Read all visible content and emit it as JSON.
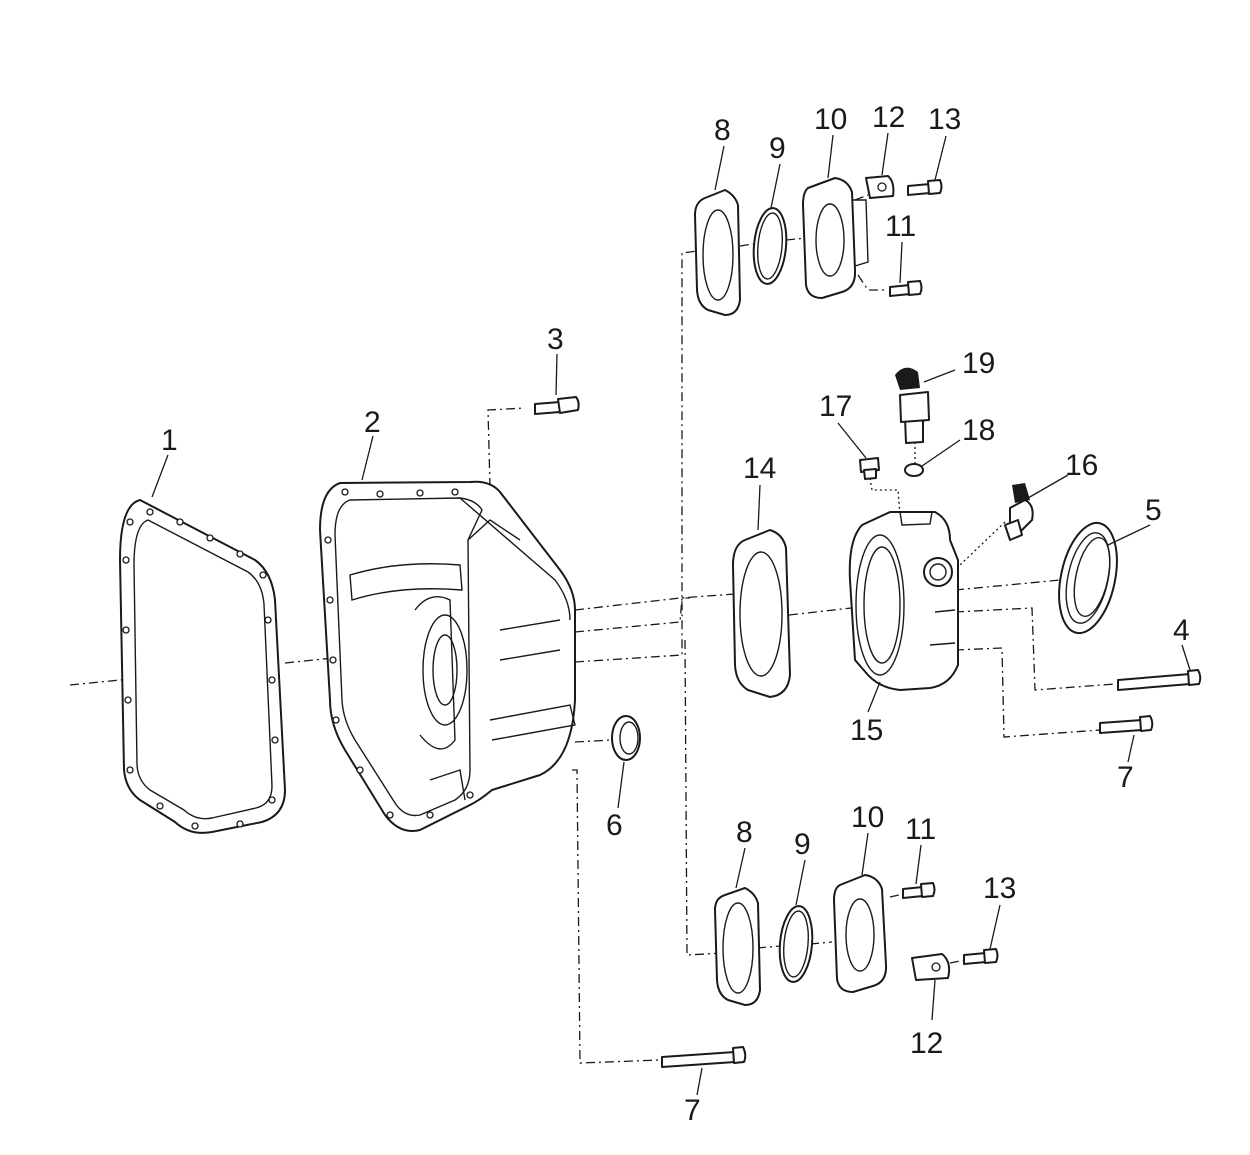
{
  "callouts": [
    {
      "id": "c1",
      "text": "1"
    },
    {
      "id": "c2",
      "text": "2"
    },
    {
      "id": "c3",
      "text": "3"
    },
    {
      "id": "c4",
      "text": "4"
    },
    {
      "id": "c5",
      "text": "5"
    },
    {
      "id": "c6",
      "text": "6"
    },
    {
      "id": "c7a",
      "text": "7"
    },
    {
      "id": "c7b",
      "text": "7"
    },
    {
      "id": "c8a",
      "text": "8"
    },
    {
      "id": "c8b",
      "text": "8"
    },
    {
      "id": "c9a",
      "text": "9"
    },
    {
      "id": "c9b",
      "text": "9"
    },
    {
      "id": "c10a",
      "text": "10"
    },
    {
      "id": "c10b",
      "text": "10"
    },
    {
      "id": "c11a",
      "text": "11"
    },
    {
      "id": "c11b",
      "text": "11"
    },
    {
      "id": "c12a",
      "text": "12"
    },
    {
      "id": "c12b",
      "text": "12"
    },
    {
      "id": "c13a",
      "text": "13"
    },
    {
      "id": "c13b",
      "text": "13"
    },
    {
      "id": "c14",
      "text": "14"
    },
    {
      "id": "c15",
      "text": "15"
    },
    {
      "id": "c16",
      "text": "16"
    },
    {
      "id": "c17",
      "text": "17"
    },
    {
      "id": "c18",
      "text": "18"
    },
    {
      "id": "c19",
      "text": "19"
    }
  ]
}
